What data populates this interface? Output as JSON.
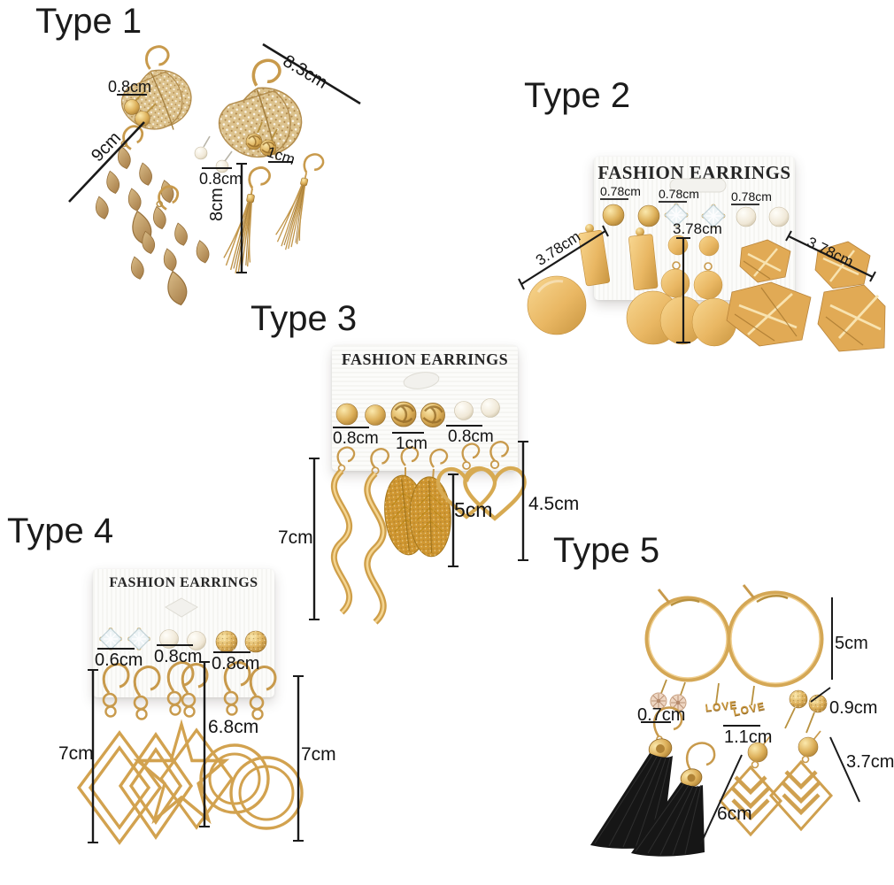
{
  "colors": {
    "gold": "#d2a24f",
    "gold_light": "#f4d592",
    "gold_dark": "#a5782c",
    "text": "#141414",
    "card": "#fcfcfa",
    "tassel_black": "#161616",
    "background": "#ffffff"
  },
  "sections": {
    "type1": {
      "label": "Type 1",
      "m_ball_studs": "0.8cm",
      "m_leaf": "8.3cm",
      "m_chandelier": "9cm",
      "m_knot_studs": "1cm",
      "m_pearl_studs": "0.8cm",
      "m_tassel": "8cm"
    },
    "type2": {
      "label": "Type 2",
      "card_title": "FASHION EARRINGS",
      "m_ball_studs": "0.78cm",
      "m_crystal_studs": "0.78cm",
      "m_pearl_studs": "0.78cm",
      "m_drop_left": "3.78cm",
      "m_drop_center": "3.78cm",
      "m_drop_right": "3.78cm"
    },
    "type3": {
      "label": "Type 3",
      "card_title": "FASHION EARRINGS",
      "m_ball_studs": "0.8cm",
      "m_knot_studs": "1cm",
      "m_pearl_studs": "0.8cm",
      "m_spiral": "7cm",
      "m_heart": "5cm",
      "m_heart_outer": "4.5cm"
    },
    "type4": {
      "label": "Type 4",
      "card_title": "FASHION EARRINGS",
      "m_crystal_studs": "0.6cm",
      "m_pearl_studs": "0.8cm",
      "m_ball_studs": "0.8cm",
      "m_diamond_drop": "7cm",
      "m_star_drop": "6.8cm",
      "m_hoop_drop": "7cm"
    },
    "type5": {
      "label": "Type 5",
      "m_hoops": "5cm",
      "m_flower_studs": "0.7cm",
      "m_ball_studs": "0.9cm",
      "m_love_studs": "1.1cm",
      "m_chevron": "3.7cm",
      "m_tassel": "6cm",
      "love_stud_left": "LOVE",
      "love_stud_right": "LOVE"
    }
  }
}
